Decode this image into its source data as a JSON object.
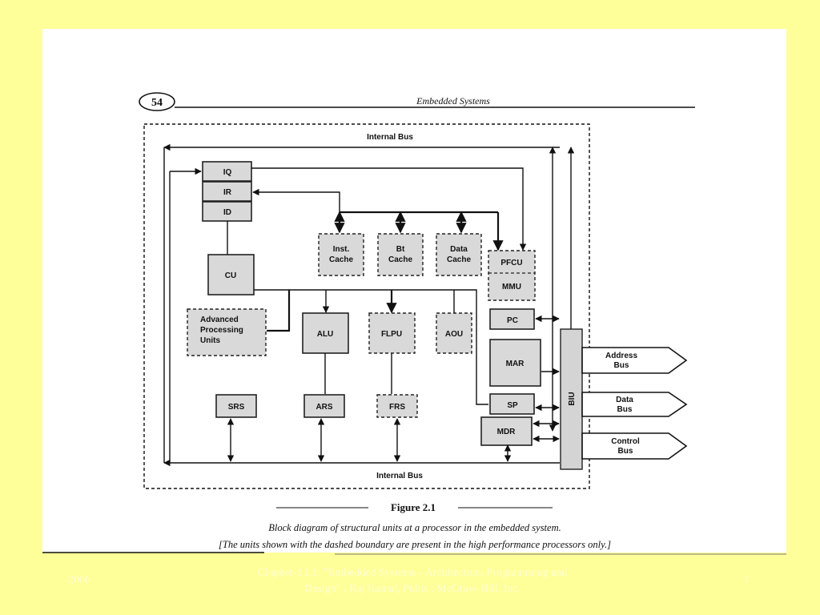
{
  "page": {
    "page_number": "54",
    "running_header": "Embedded Systems"
  },
  "diagram": {
    "bus_top": "Internal Bus",
    "bus_bottom": "Internal Bus",
    "units": {
      "iq": "IQ",
      "ir": "IR",
      "id": "ID",
      "cu": "CU",
      "inst_cache": [
        "Inst.",
        "Cache"
      ],
      "bt_cache": [
        "Bt",
        "Cache"
      ],
      "data_cache": [
        "Data",
        "Cache"
      ],
      "pfcu": "PFCU",
      "mmu": "MMU",
      "apu": [
        "Advanced",
        "Processing",
        "Units"
      ],
      "alu": "ALU",
      "flpu": "FLPU",
      "aou": "AOU",
      "pc": "PC",
      "mar": "MAR",
      "sp": "SP",
      "mdr": "MDR",
      "srs": "SRS",
      "ars": "ARS",
      "frs": "FRS",
      "biu": "BIU"
    },
    "external_buses": {
      "address": [
        "Address",
        "Bus"
      ],
      "data": [
        "Data",
        "Bus"
      ],
      "control": [
        "Control",
        "Bus"
      ]
    }
  },
  "figure": {
    "label": "Figure 2.1",
    "caption": "Block diagram of structural units at a processor in the embedded system.",
    "note": "[The units shown with the dashed boundary are present in the high performance processors only.]"
  },
  "footer": {
    "year": "2006",
    "source_line1": "Chapter-2 L1: \"Embedded Systems - Architecture, Programming and",
    "source_line2": "Design\" , Raj Kamal, Publs.: McGraw-Hill, Inc.",
    "slide_number": "3"
  }
}
